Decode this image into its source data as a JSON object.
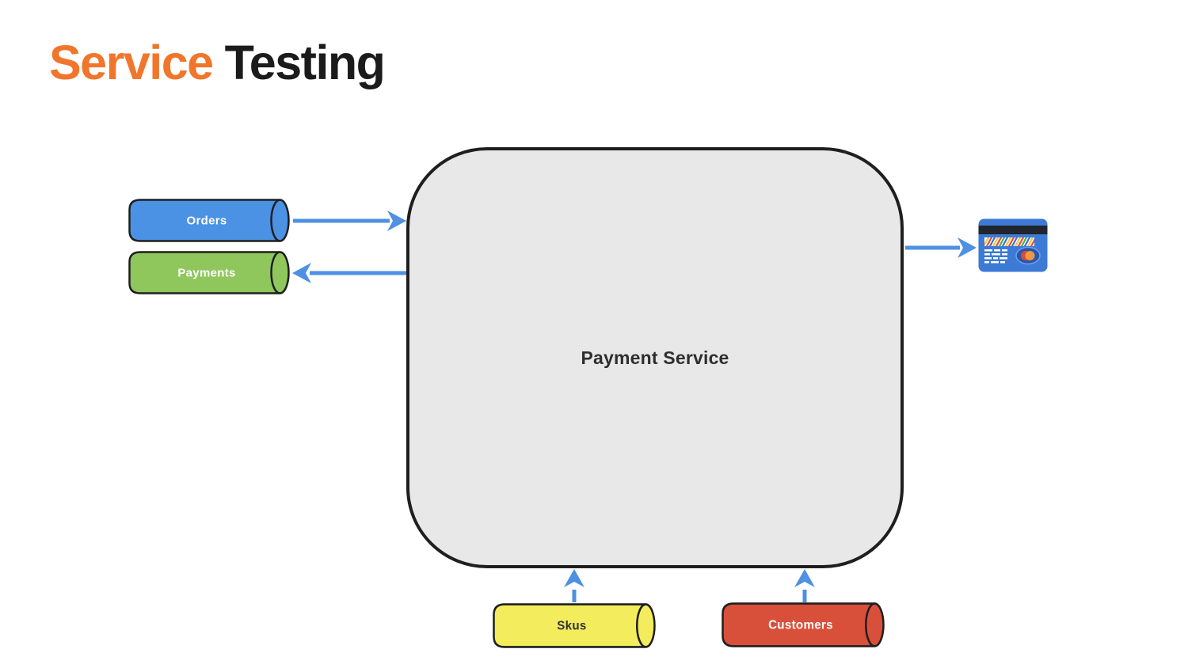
{
  "title": {
    "accent": "Service",
    "rest": "Testing"
  },
  "colors": {
    "title_accent": "#F0762B",
    "title_text": "#1B1B1B",
    "arrow": "#4E90E2",
    "box_fill": "#E8E8E8",
    "box_border": "#1F1F1F",
    "card_blue": "#3C7AD6"
  },
  "service_box": {
    "label": "Payment Service"
  },
  "queues": [
    {
      "label": "Orders",
      "color": "#4B92E5",
      "text_color": "#FFFFFF",
      "flow": "into-service"
    },
    {
      "label": "Payments",
      "color": "#8FC75C",
      "text_color": "#FFFFFF",
      "flow": "out-of-service"
    },
    {
      "label": "Skus",
      "color": "#F3ED5E",
      "text_color": "#333333",
      "flow": "into-service"
    },
    {
      "label": "Customers",
      "color": "#D8503A",
      "text_color": "#FFFFFF",
      "flow": "into-service"
    }
  ],
  "icons": {
    "credit_card": "credit-card-icon"
  }
}
